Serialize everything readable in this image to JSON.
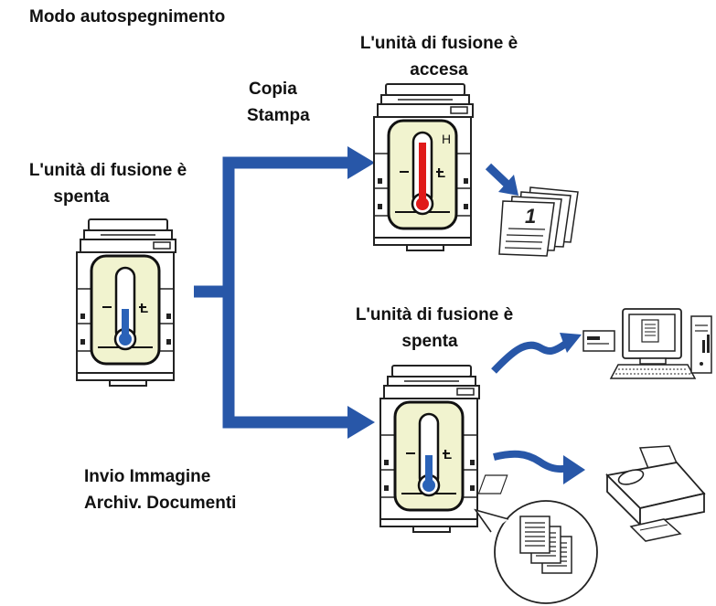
{
  "title": "Modo autospegnimento",
  "states": {
    "off_left": {
      "line1": "L'unità di fusione è",
      "line2": "spenta",
      "level": "L"
    },
    "on_top": {
      "line1": "L'unità di fusione è",
      "line2": "accesa",
      "high": "H",
      "level": "L"
    },
    "off_bottom": {
      "line1": "L'unità di fusione è",
      "line2": "spenta",
      "level": "L"
    }
  },
  "jobs_top": {
    "line1": "Copia",
    "line2": "Stampa"
  },
  "jobs_bottom": {
    "line1": "Invio Immagine",
    "line2": "Archiv. Documenti"
  },
  "page_number": "1",
  "colors": {
    "arrow": "#2857a8",
    "thermo_hot": "#e01a1a",
    "thermo_cold": "#2a62b8",
    "panel": "#f1f3cf"
  }
}
